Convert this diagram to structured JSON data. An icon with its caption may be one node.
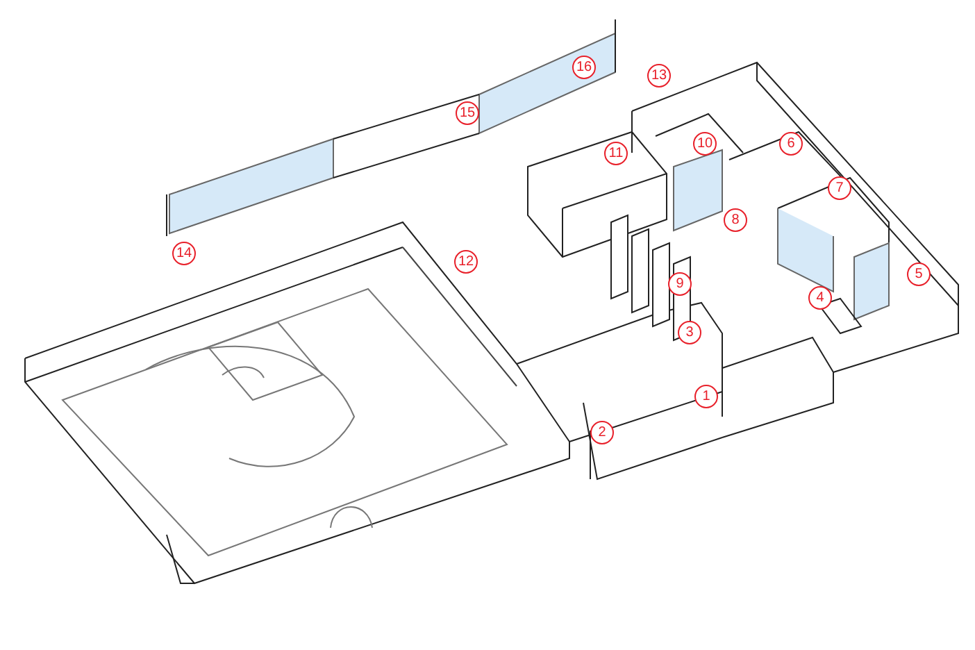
{
  "diagram": {
    "labels": [
      "16",
      "13",
      "15",
      "10",
      "6",
      "11",
      "7",
      "8",
      "14",
      "12",
      "5",
      "9",
      "4",
      "3",
      "1",
      "2"
    ]
  }
}
